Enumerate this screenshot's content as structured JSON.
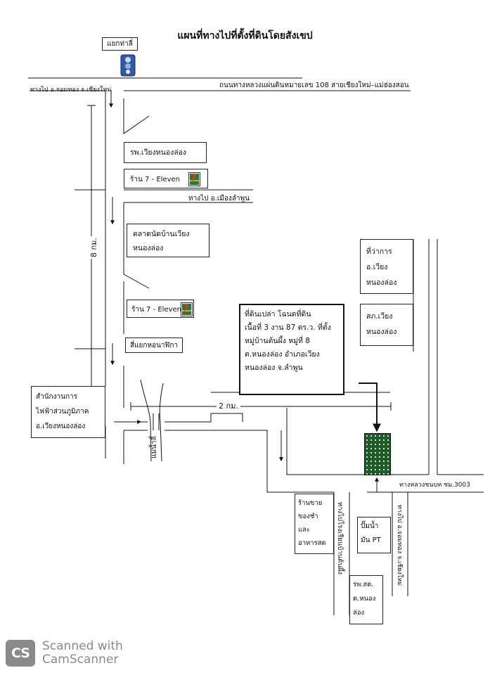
{
  "title": "แผนที่ทางไปที่ตั้งที่ดินโดยสังเขป",
  "labels": {
    "junction": "แยกท่าลี่",
    "to_chomthong": "ทางไป อ.จอมทอง จ.เชียงใหม่",
    "highway_108": "ถนนทางหลวงแผ่นดินหมายเลข 108 สายเชียงใหม่–แม่ฮ่องสอน",
    "hospital": "รพ.เวียงหนองล่อง",
    "seven_eleven_1": "ร้าน 7 - Eleven",
    "to_lamphun": "ทางไป อ.เมืองลำพูน",
    "market_line1": "ตลาดนัดบ้านเวียง",
    "market_line2": "หนองล่อง",
    "distance_8km": "8 กม.",
    "district_office_line1": "ที่ว่าการ",
    "district_office_line2": "อ.เวียง",
    "district_office_line3": "หนองล่อง",
    "seven_eleven_2": "ร้าน 7 - Eleven",
    "police_line1": "สภ.เวียง",
    "police_line2": "หนองล่อง",
    "intersection": "สี่แยกหอนาฬิกา",
    "pea_line1": "สำนักงานการ",
    "pea_line2": "ไฟฟ้าส่วนภูมิภาค",
    "pea_line3": "อ.เวียงหนองล่อง",
    "distance_2km": "2 กม.",
    "river": "แม่น้ำลี้",
    "rural_road": "ทางหลวงชนบท ชม.3003",
    "grocery_line1": "ร้านขาย",
    "grocery_line2": "ของชำ",
    "grocery_line3": "และ",
    "grocery_line4": "อาหารสด",
    "to_school": "ทางไปโรงเรียนบ้านต้นผึ้ง",
    "gas_line1": "ปั๊มน้ำ",
    "gas_line2": "มัน PT",
    "to_chiangmai_road": "ทางไป อ.จอมทอง จ.เชียงใหม่",
    "health_line1": "รพ.สต.",
    "health_line2": "ต.หนอง",
    "health_line3": "ล่อง"
  },
  "land_info": {
    "line1": "ที่ดินเปล่า โฉนดที่ดิน",
    "line2": "เนื้อที่ 3 งาน 87 ตร.ว. ที่ตั้ง",
    "line3": "หมู่บ้านต้นผึ้ง หมู่ที่ 8",
    "line4": "ต.หนองล่อง อำเภอเวียง",
    "line5": "หนองล่อง จ.ลำพูน"
  },
  "icons": {
    "seven_logo": "7",
    "traffic_light": "traffic-light-icon"
  },
  "colors": {
    "parcel": "#1f5a2b",
    "seven_green": "#1d7a3b",
    "seven_red": "#e8371f",
    "seven_orange": "#f59a1c"
  },
  "watermark": {
    "logo": "CS",
    "text": "Scanned with\nCamScanner"
  }
}
